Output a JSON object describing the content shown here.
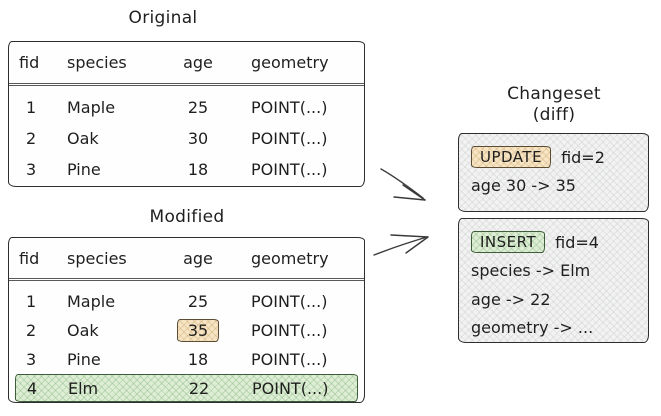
{
  "original_table": {
    "title": "Original",
    "columns": [
      "fid",
      "species",
      "age",
      "geometry"
    ],
    "rows": [
      [
        "1",
        "Maple",
        "25",
        "POINT(...)"
      ],
      [
        "2",
        "Oak",
        "30",
        "POINT(...)"
      ],
      [
        "3",
        "Pine",
        "18",
        "POINT(...)"
      ]
    ]
  },
  "modified_table": {
    "title": "Modified",
    "columns": [
      "fid",
      "species",
      "age",
      "geometry"
    ],
    "rows": [
      [
        "1",
        "Maple",
        "25",
        "POINT(...)"
      ],
      [
        "2",
        "Oak",
        "35",
        "POINT(...)"
      ],
      [
        "3",
        "Pine",
        "18",
        "POINT(...)"
      ],
      [
        "4",
        "Elm",
        "22",
        "POINT(...)"
      ]
    ],
    "highlights": {
      "changed_cell": {
        "row_fid": "2",
        "column": "age",
        "value": "35",
        "color": "#f6e4c3"
      },
      "inserted_row": {
        "row_fid": "4",
        "color": "#ddeed5"
      }
    }
  },
  "changeset": {
    "title": "Changeset",
    "subtitle": "(diff)",
    "entries": [
      {
        "badge": "UPDATE",
        "badge_color": "#f6e4c3",
        "key": "fid=2",
        "lines": [
          "age 30 -> 35"
        ]
      },
      {
        "badge": "INSERT",
        "badge_color": "#ddeed5",
        "key": "fid=4",
        "lines": [
          "species -> Elm",
          "age -> 22",
          "geometry -> ..."
        ]
      }
    ]
  },
  "colors": {
    "ink": "#1f1f1f",
    "box_fill": "#f1f2f1",
    "update_highlight": "#f6e4c3",
    "insert_highlight": "#ddeed5"
  }
}
